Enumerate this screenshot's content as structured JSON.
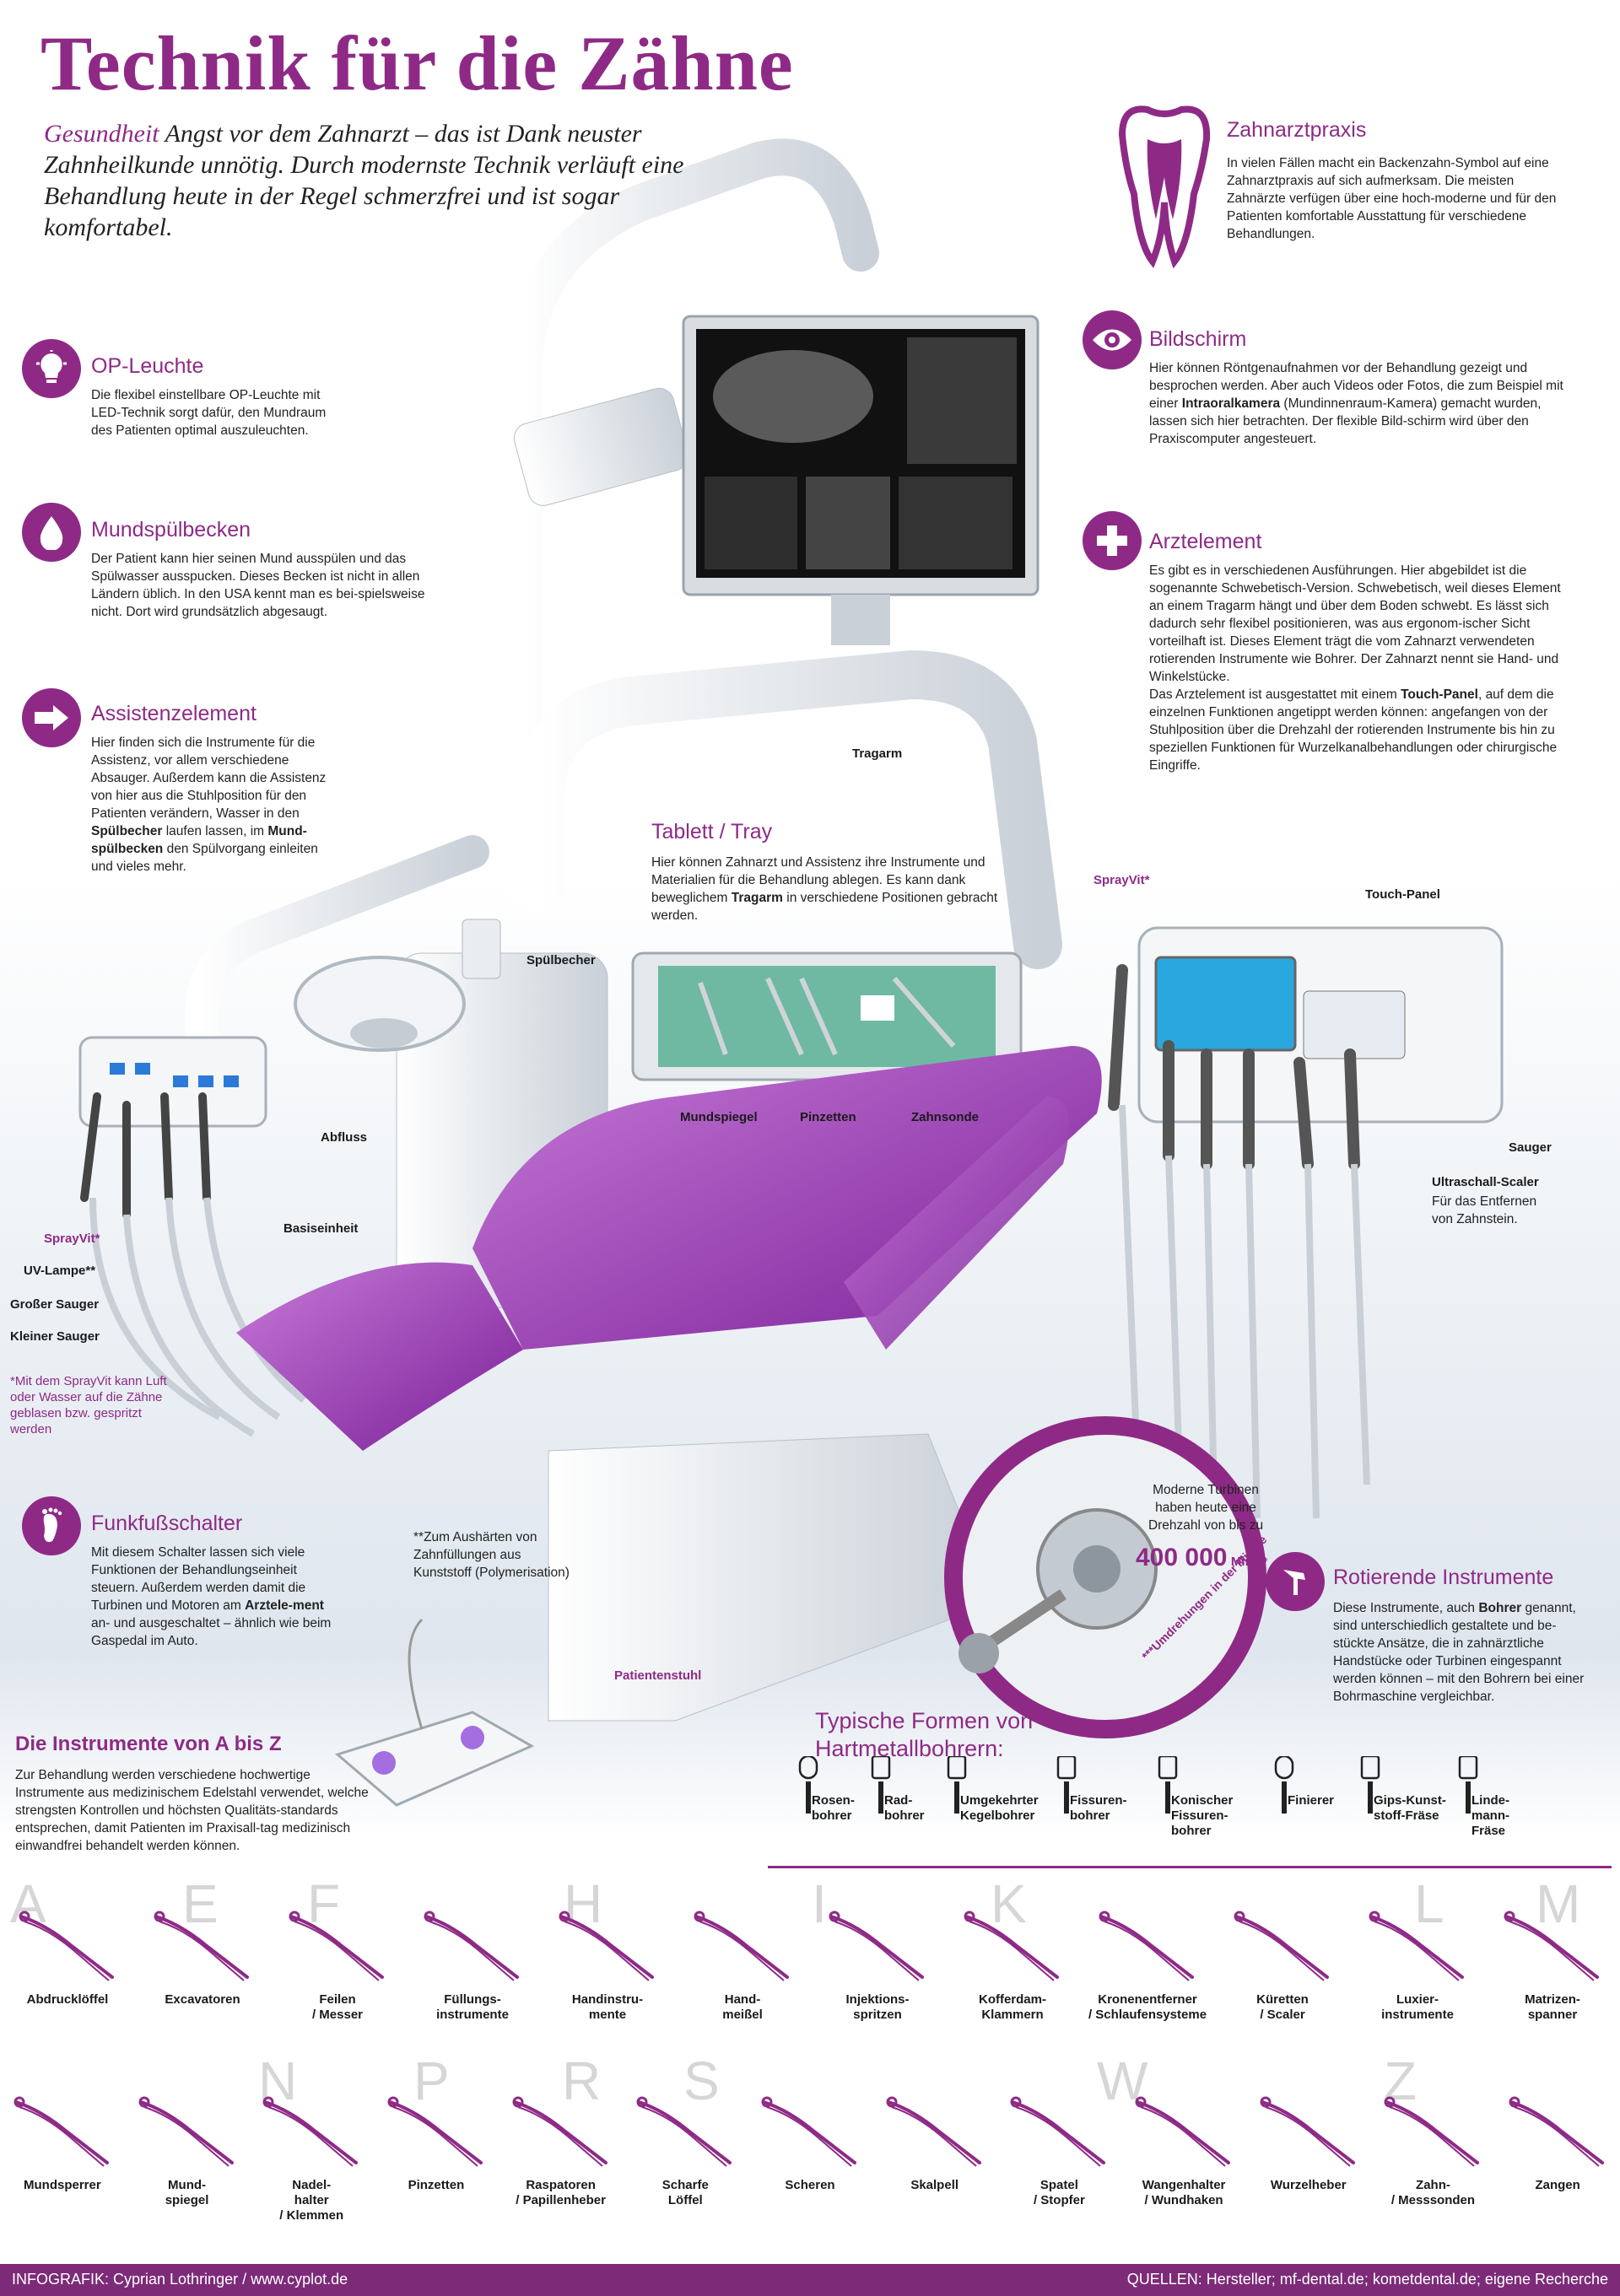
{
  "title": "Technik für die Zähne",
  "lead": {
    "keyword": "Gesundheit",
    "text": "Angst vor dem Zahnarzt – das ist Dank neuster Zahnheilkunde unnötig. Durch modernste Technik verläuft eine Behandlung heute in der Regel schmerzfrei und ist sogar komfortabel."
  },
  "sections": {
    "zahnarztpraxis": {
      "title": "Zahnarztpraxis",
      "text": "In vielen Fällen macht ein Backenzahn-Symbol auf eine Zahnarztpraxis auf sich aufmerksam. Die meisten Zahnärzte verfügen über eine hoch-moderne und für den Patienten komfortable Ausstattung für verschiedene Behandlungen."
    },
    "op_leuchte": {
      "title": "OP-Leuchte",
      "text": "Die flexibel einstellbare OP-Leuchte mit LED-Technik sorgt dafür, den Mundraum des Patienten optimal auszuleuchten."
    },
    "bildschirm": {
      "title": "Bildschirm",
      "text_1": "Hier können Röntgenaufnahmen vor der Behandlung gezeigt und besprochen werden. Aber auch Videos oder Fotos, die zum Beispiel mit einer",
      "bold_1": "Intraoralkamera",
      "text_2": "(Mundinnenraum-Kamera) gemacht wurden, lassen sich hier betrachten. Der flexible Bild-schirm wird über den Praxiscomputer angesteuert."
    },
    "mundspuelbecken": {
      "title": "Mundspülbecken",
      "text": "Der Patient kann hier seinen Mund ausspülen und das Spülwasser ausspucken. Dieses Becken ist nicht in allen Ländern üblich. In den USA kennt man es bei-spielsweise nicht. Dort wird grundsätzlich abgesaugt."
    },
    "arztelement": {
      "title": "Arztelement",
      "text_1": "Es gibt es in verschiedenen Ausführungen. Hier abgebildet ist die sogenannte Schwebetisch-Version. Schwebetisch, weil dieses Element an einem Tragarm hängt und über dem Boden schwebt. Es lässt sich dadurch sehr flexibel positionieren, was aus ergonom-ischer Sicht vorteilhaft ist. Dieses Element trägt die vom Zahnarzt verwendeten rotierenden Instrumente wie Bohrer. Der Zahnarzt nennt sie Hand- und Winkelstücke.",
      "text_2": "Das Arztelement ist ausgestattet mit einem",
      "bold_1": "Touch-Panel",
      "text_3": ", auf dem die einzelnen Funktionen angetippt werden können: angefangen von der Stuhlposition über die Drehzahl der rotierenden Instrumente bis hin zu speziellen Funktionen für Wurzelkanalbehandlungen oder chirurgische Eingriffe."
    },
    "assistenzelement": {
      "title": "Assistenzelement",
      "text_1": "Hier finden sich die Instrumente für die Assistenz, vor allem verschiedene Absauger. Außerdem kann die Assistenz von hier aus die Stuhlposition für den Patienten verändern, Wasser in den",
      "bold_1": "Spülbecher",
      "text_2": "laufen lassen, im",
      "bold_2": "Mund-spülbecken",
      "text_3": "den Spülvorgang einleiten und vieles mehr."
    },
    "tablett": {
      "title": "Tablett / Tray",
      "text_1": "Hier können Zahnarzt und Assistenz ihre Instrumente und Materialien für die Behandlung ablegen. Es kann dank beweglichem",
      "bold_1": "Tragarm",
      "text_2": "in verschiedene Positionen gebracht werden."
    },
    "funkfuss": {
      "title": "Funkfußschalter",
      "text_1": "Mit diesem Schalter lassen sich viele Funktionen der Behandlungseinheit steuern. Außerdem werden damit die Turbinen und Motoren am",
      "bold_1": "Arztele-ment",
      "text_2": "an- und ausgeschaltet – ähnlich wie beim Gaspedal im Auto."
    },
    "rotierende": {
      "title": "Rotierende Instrumente",
      "text_1": "Diese Instrumente, auch",
      "bold_1": "Bohrer",
      "text_2": "genannt, sind unterschiedlich gestaltete und be-stückte Ansätze, die in zahnärztliche Handstücke oder Turbinen eingespannt werden können – mit den Bohrern bei einer Bohrmaschine vergleichbar."
    },
    "instrumente_az": {
      "title": "Die Instrumente von A bis Z",
      "text": "Zur Behandlung werden verschiedene hochwertige Instrumente aus medizinischem Edelstahl verwendet, welche strengsten Kontrollen und höchsten Qualitäts-standards entsprechen, damit Patienten im Praxisall-tag medizinisch einwandfrei behandelt werden können."
    }
  },
  "labels": {
    "tragarm": "Tragarm",
    "spraivit_right": "SprayVit*",
    "touch_panel": "Touch-Panel",
    "spuelbecher": "Spülbecher",
    "mundspiegel": "Mundspiegel",
    "pinzetten": "Pinzetten",
    "zahnsonde": "Zahnsonde",
    "abfluss": "Abfluss",
    "sauger": "Sauger",
    "ultraschall": "Ultraschall-Scaler",
    "ultraschall_sub": "Für das Entfernen von Zahnstein.",
    "basiseinheit": "Basiseinheit",
    "spraivit_left": "SprayVit*",
    "uv_lampe": "UV-Lampe**",
    "grosser_sauger": "Großer Sauger",
    "kleiner_sauger": "Kleiner Sauger",
    "patientenstuhl": "Patientenstuhl",
    "turbine_text": "Moderne Turbinen haben heute eine Drehzahl von bis zu",
    "turbine_value": "400 000",
    "turbine_unit": "Min***",
    "umdrehungen": "***Umdrehungen in der Minute"
  },
  "notes": {
    "spraivit": "*Mit dem SprayVit kann Luft oder Wasser auf die Zähne geblasen bzw. gespritzt werden",
    "polymerisation": "**Zum Aushärten von Zahnfüllungen aus Kunststoff (Polymerisation)"
  },
  "burs": {
    "heading": "Typische Formen von Hartmetallbohrern:",
    "items": [
      "Rosen-\nbohrer",
      "Rad-\nbohrer",
      "Umgekehrter\nKegelbohrer",
      "Fissuren-\nbohrer",
      "Konischer\nFissuren-\nbohrer",
      "Finierer",
      "Gips-Kunst-\nstoff-Fräse",
      "Linde-\nmann-\nFräse"
    ]
  },
  "letters_row1": [
    "A",
    "E",
    "F",
    "H",
    "I",
    "K",
    "L",
    "M"
  ],
  "letters_row2": [
    "N",
    "P",
    "R",
    "S",
    "W",
    "Z"
  ],
  "tools_row1": [
    "Abdrucklöffel",
    "Excavatoren",
    "Feilen\n/ Messer",
    "Füllungs-\ninstrumente",
    "Handinstru-\nmente",
    "Hand-\nmeißel",
    "Injektions-\nspritzen",
    "Kofferdam-\nKlammern",
    "Kronenentferner\n/ Schlaufensysteme",
    "Küretten\n/ Scaler",
    "Luxier-\ninstrumente",
    "Matrizen-\nspanner"
  ],
  "tools_row2": [
    "Mundsperrer",
    "Mund-\nspiegel",
    "Nadel-\nhalter\n/ Klemmen",
    "Pinzetten",
    "Raspatoren\n/ Papillenheber",
    "Scharfe\nLöffel",
    "Scheren",
    "Skalpell",
    "Spatel\n/ Stopfer",
    "Wangenhalter\n/ Wundhaken",
    "Wurzelheber",
    "Zahn-\n/ Messsonden",
    "Zangen"
  ],
  "footer": {
    "left": "INFOGRAFIK: Cyprian Lothringer / www.cyplot.de",
    "right": "QUELLEN:  Hersteller; mf-dental.de; kometdental.de; eigene Recherche"
  },
  "colors": {
    "accent": "#8e2a86",
    "seat": "#9b3fb3",
    "footer": "#7d2a78"
  }
}
